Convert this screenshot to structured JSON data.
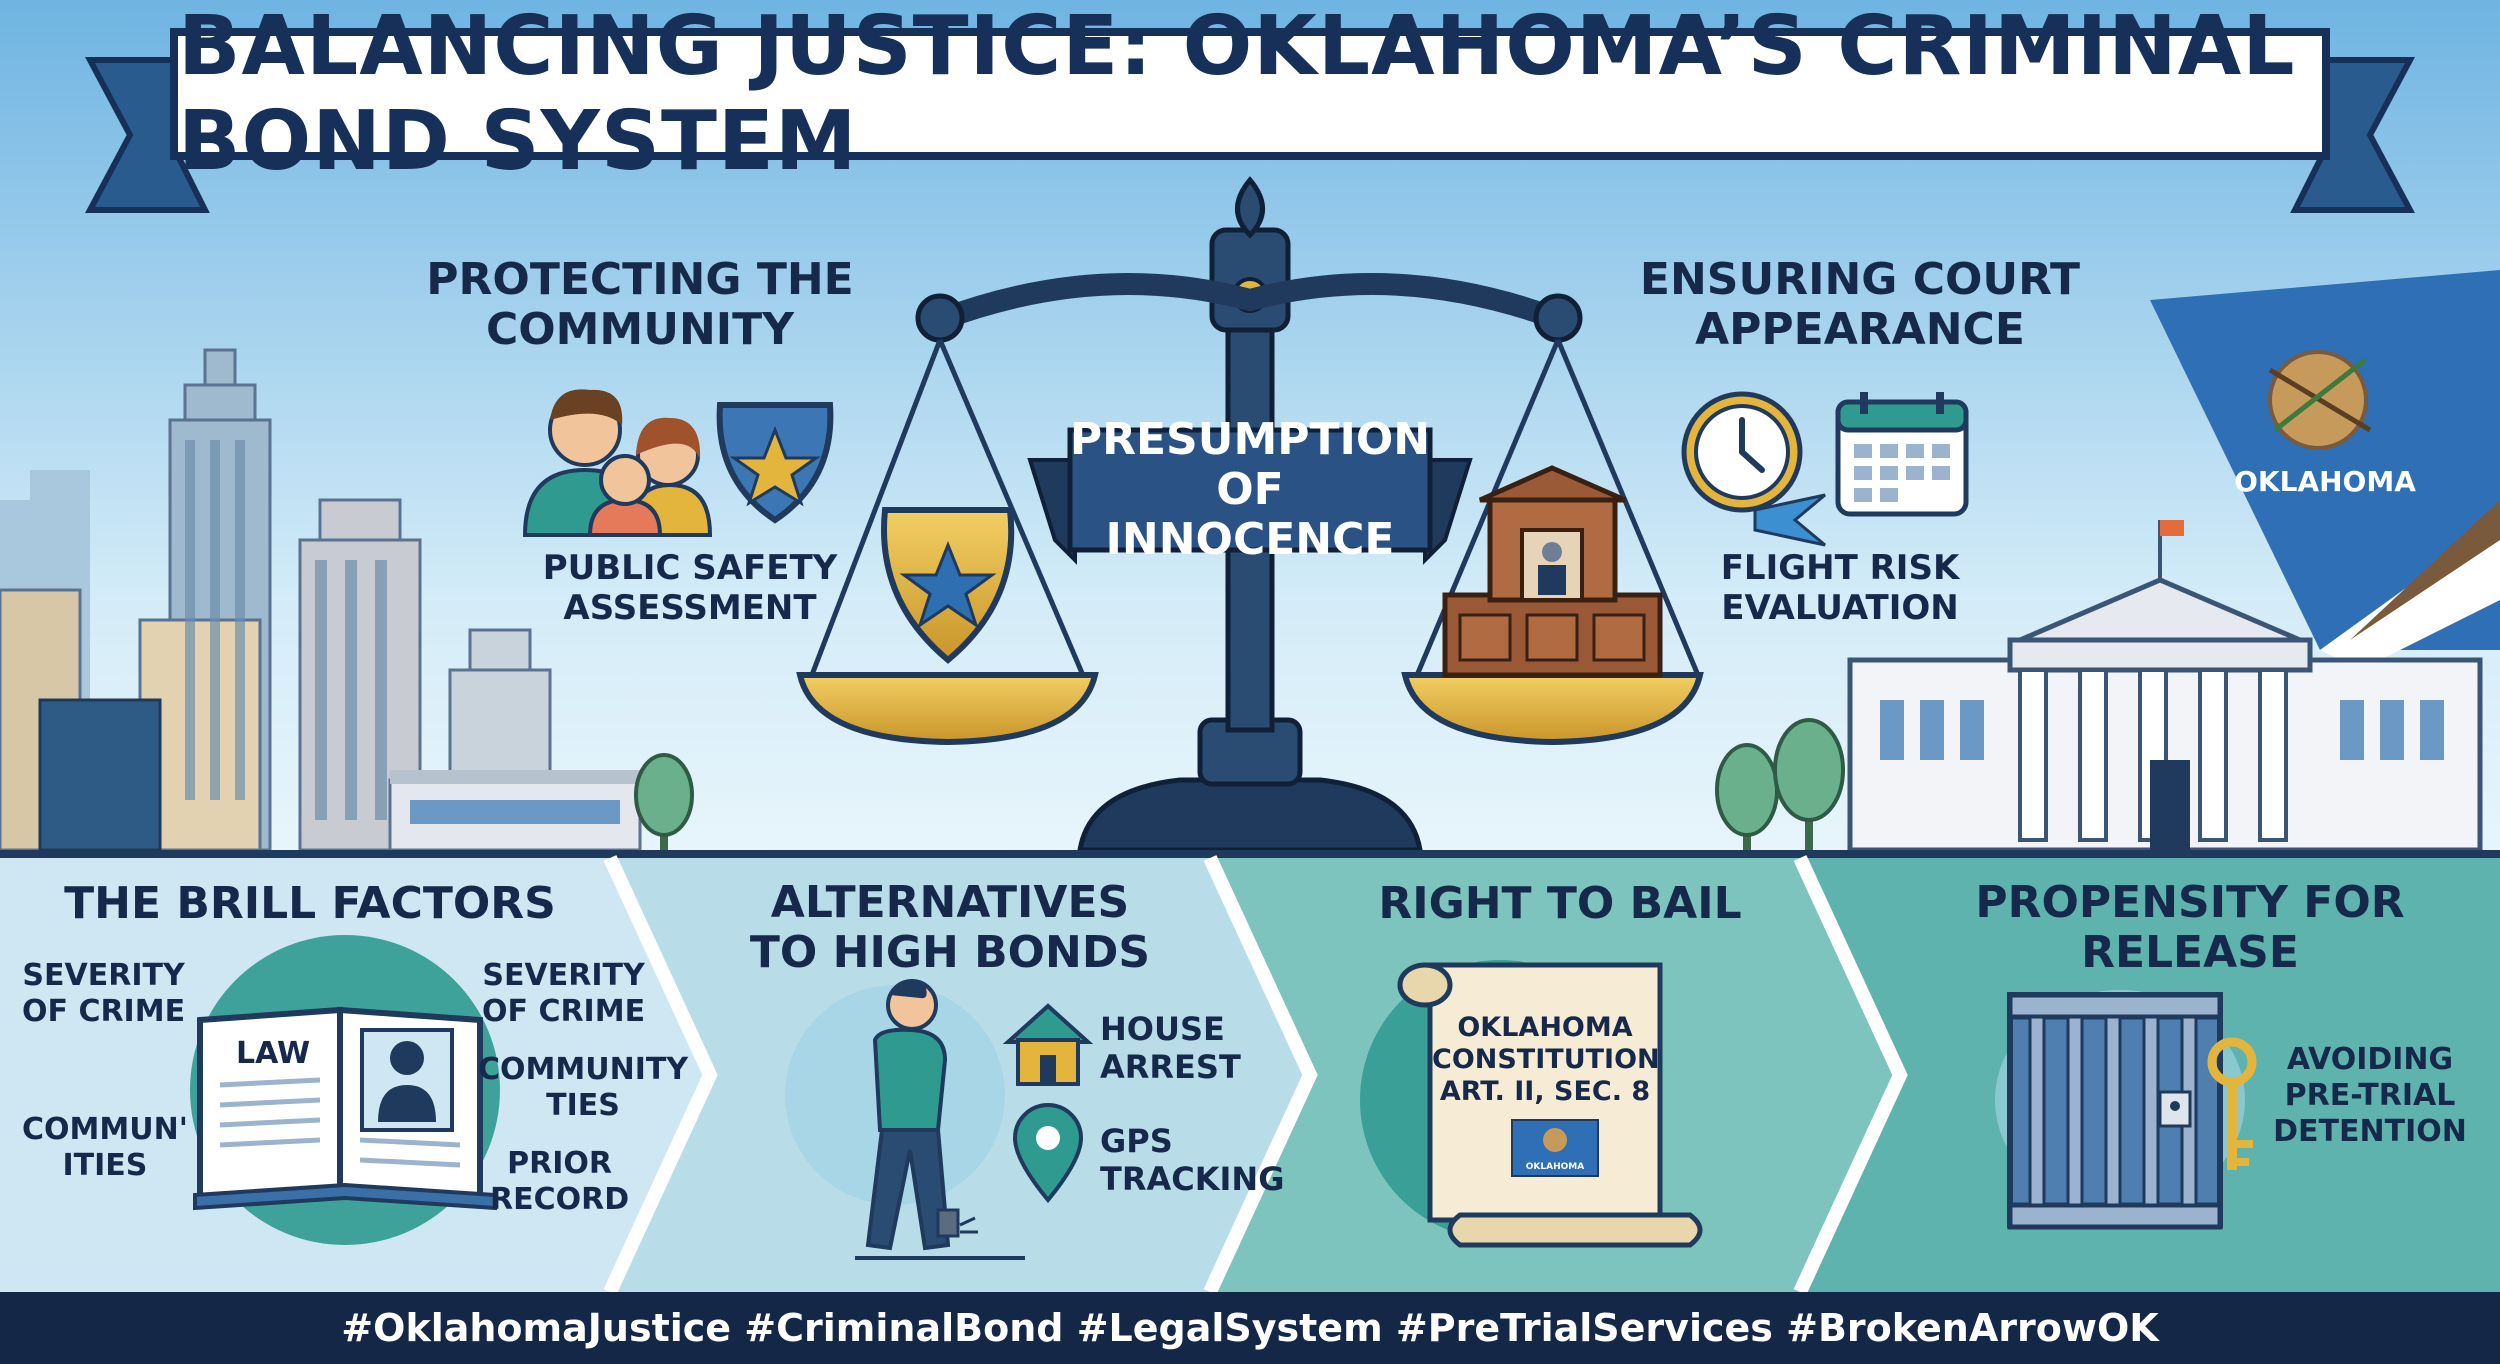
{
  "title": "BALANCING JUSTICE: OKLAHOMA’S CRIMINAL BOND SYSTEM",
  "center_ribbon": {
    "line1": "PRESUMPTION",
    "line2": "OF INNOCENCE"
  },
  "left_section": {
    "heading_line1": "PROTECTING THE",
    "heading_line2": "COMMUNITY",
    "caption_line1": "PUBLIC SAFETY",
    "caption_line2": "ASSESSMENT"
  },
  "right_section": {
    "heading_line1": "ENSURING COURT",
    "heading_line2": "APPEARANCE",
    "caption_line1": "FLIGHT RISK",
    "caption_line2": "EVALUATION"
  },
  "flag_label": "OKLAHOMA",
  "panels": {
    "brill": {
      "heading": "THE BRILL FACTORS",
      "book_label": "LAW",
      "label_top_left": [
        "SEVERITY",
        "OF CRIME"
      ],
      "label_top_right": [
        "SEVERITY",
        "OF CRIME"
      ],
      "label_mid_right": [
        "COMMUNITY",
        "TIES"
      ],
      "label_bottom_left": [
        "COMMUN'",
        "ITIES"
      ],
      "label_bottom_right": [
        "PRIOR",
        "RECORD"
      ]
    },
    "alternatives": {
      "heading_line1": "ALTERNATIVES",
      "heading_line2": "TO HIGH BONDS",
      "item1": [
        "HOUSE",
        "ARREST"
      ],
      "item2": [
        "GPS",
        "TRACKING"
      ]
    },
    "right_to_bail": {
      "heading": "RIGHT TO BAIL",
      "scroll_lines": [
        "OKLAHOMA",
        "CONSTITUTION",
        "ART. II, SEC. 8"
      ],
      "mini_flag_label": "OKLAHOMA"
    },
    "release": {
      "heading_line1": "PROPENSITY FOR",
      "heading_line2": "RELEASE",
      "caption": [
        "AVOIDING",
        "PRE-TRIAL",
        "DETENTION"
      ]
    }
  },
  "footer": "#OklahomaJustice #CriminalBond #LegalSystem #PreTrialServices #BrokenArrowOK",
  "colors": {
    "navy": "#16294a",
    "sky": "#cfe9f7",
    "gold": "#e4b53c",
    "teal": "#3fa7a3",
    "flag_blue": "#2f6fb5"
  }
}
